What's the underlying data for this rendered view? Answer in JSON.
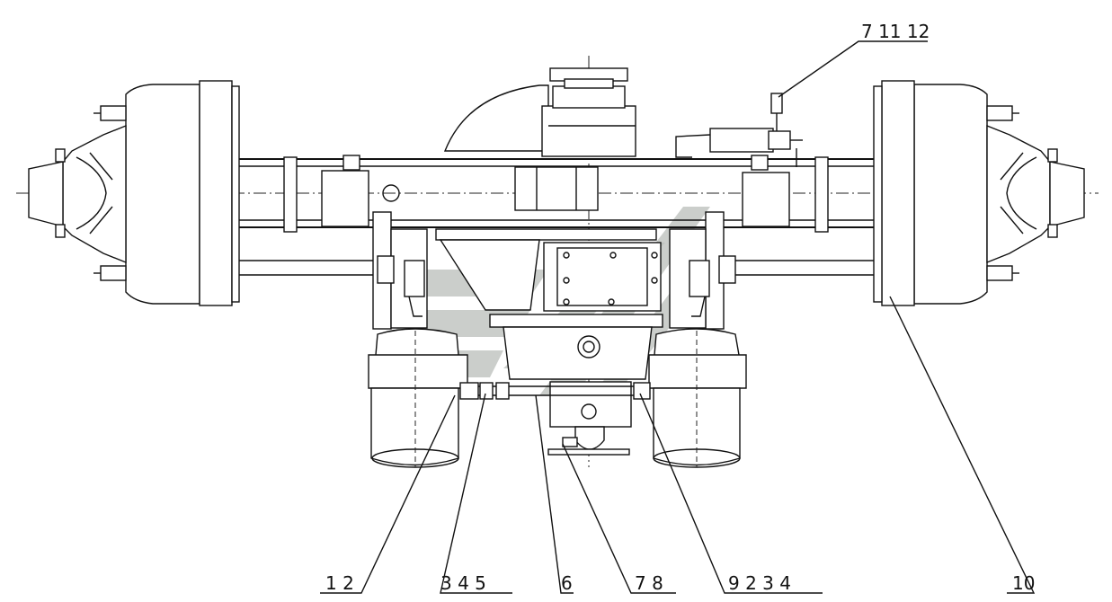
{
  "callouts": {
    "top_right": "7 11 12",
    "b1": "1 2",
    "b2": "3 4 5",
    "b3": "6",
    "b4": "7 8",
    "b5": "9 2 3 4",
    "b6": "10"
  },
  "colors": {
    "line": "#111111",
    "background": "#ffffff",
    "watermark": "#b9bdb9"
  }
}
